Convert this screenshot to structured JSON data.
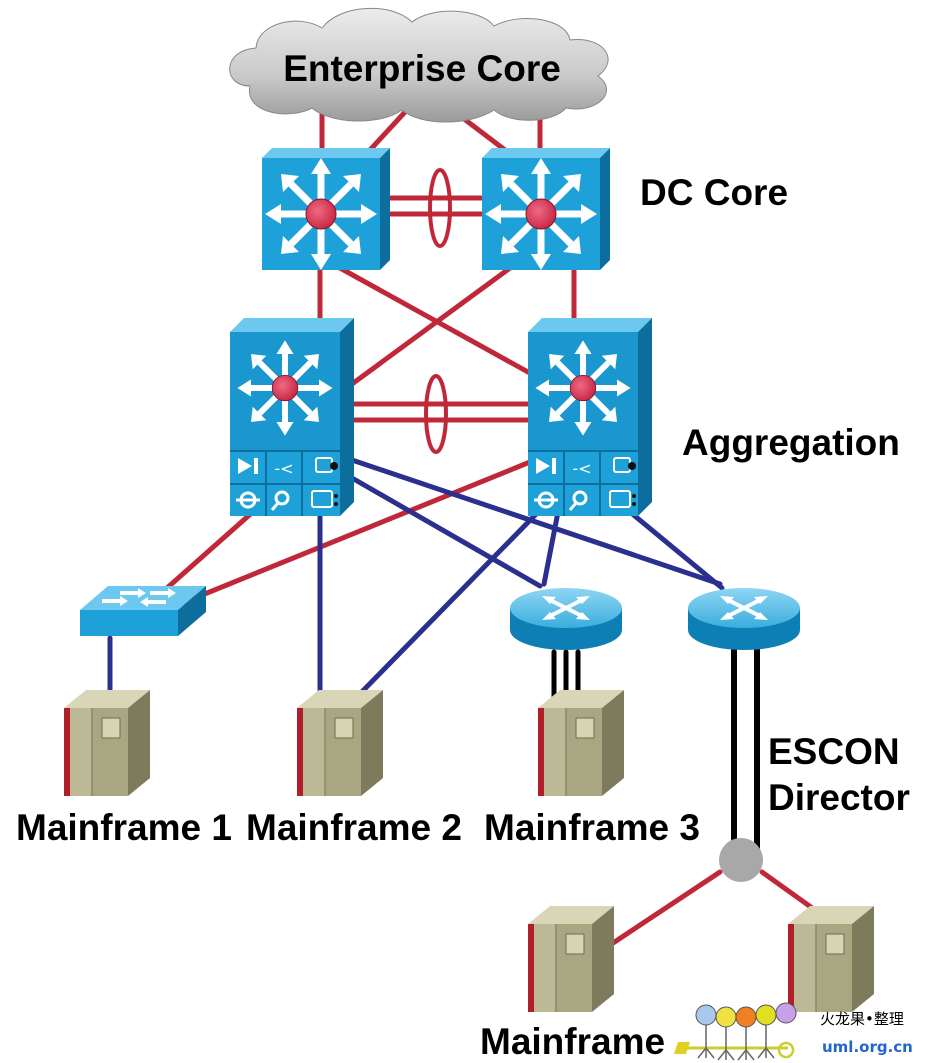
{
  "cloud": {
    "label": "Enterprise Core"
  },
  "layers": {
    "dc_core": "DC Core",
    "aggregation": "Aggregation"
  },
  "devices": {
    "escon_line1": "ESCON",
    "escon_line2": "Director",
    "mainframes": [
      {
        "label": "Mainframe 1"
      },
      {
        "label": "Mainframe 2"
      },
      {
        "label": "Mainframe 3"
      },
      {
        "label": "Mainframe"
      }
    ]
  },
  "watermark": {
    "title": "火龙果•整理",
    "url": "uml.org.cn"
  },
  "colors": {
    "red_link": "#c0283a",
    "blue_link": "#2b2f8f",
    "device_face": "#1ea0d8",
    "device_dark": "#0d6e9e",
    "device_top": "#6cc8ee",
    "hub": "#e03c5a",
    "server_light": "#c8c6a4",
    "server_dark": "#8a8868"
  }
}
